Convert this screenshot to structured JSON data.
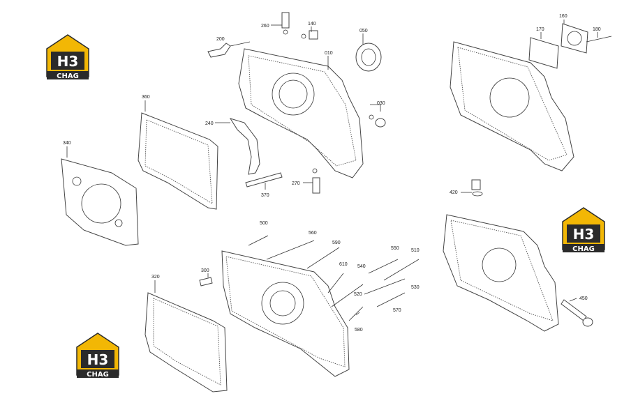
{
  "diagram": {
    "callouts": [
      "010",
      "030",
      "050",
      "140",
      "160",
      "170",
      "180",
      "200",
      "240",
      "260",
      "270",
      "300",
      "320",
      "340",
      "360",
      "370",
      "420",
      "450",
      "500",
      "510",
      "520",
      "530",
      "540",
      "550",
      "560",
      "570",
      "580",
      "590",
      "610"
    ]
  },
  "logo": {
    "mark": "H3",
    "word": "CHAG",
    "accent_color": "#f2b705",
    "dark_color": "#2b2b2b"
  }
}
